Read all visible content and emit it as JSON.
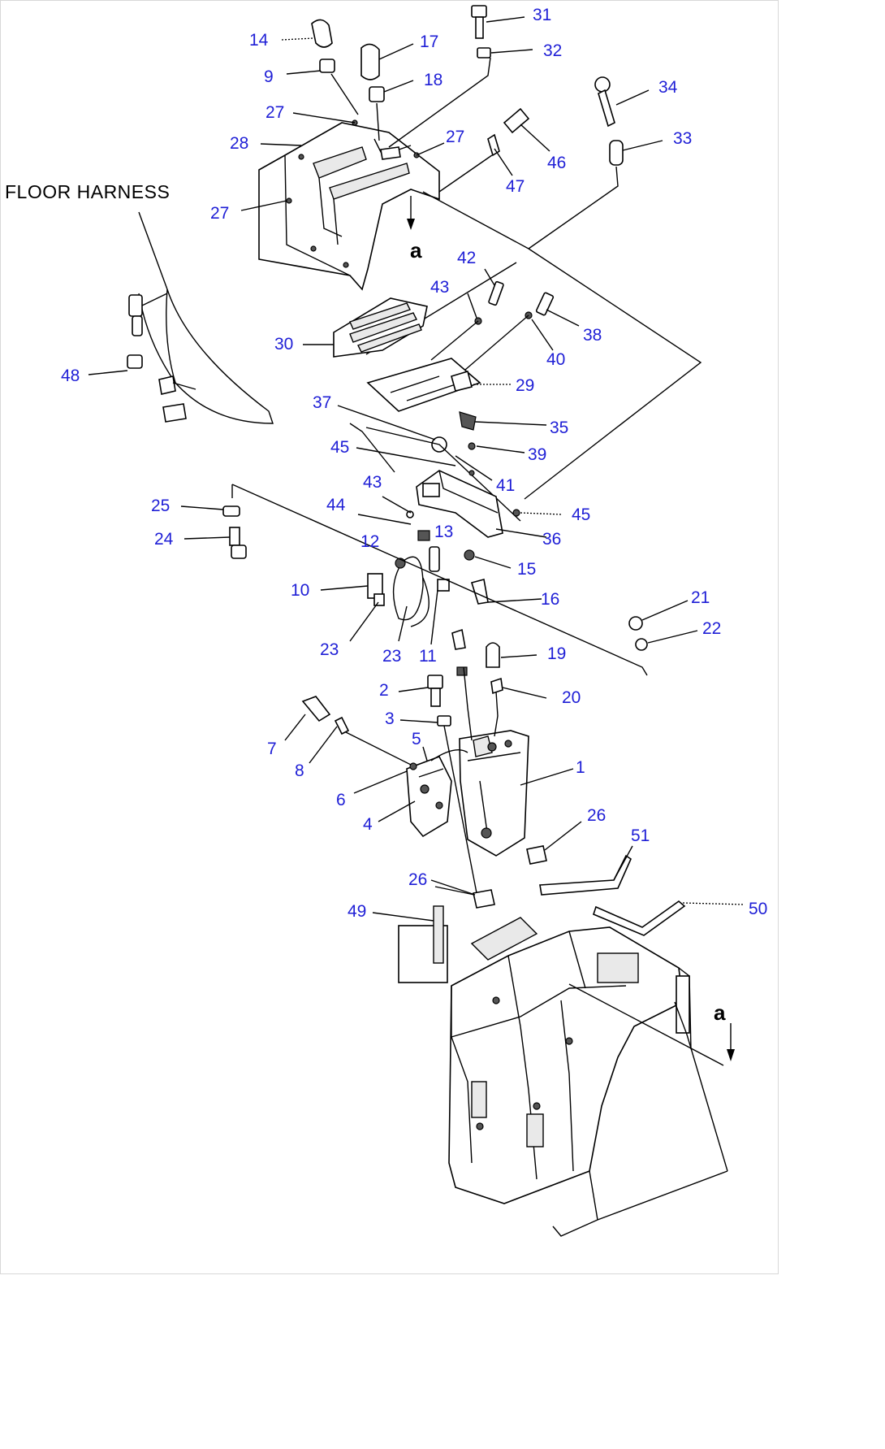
{
  "diagram": {
    "floor_harness_label": "FLOOR HARNESS",
    "ref_mark": "a",
    "callouts": {
      "c31": "31",
      "c14": "14",
      "c17": "17",
      "c32": "32",
      "c9": "9",
      "c18": "18",
      "c34": "34",
      "c27a": "27",
      "c28": "28",
      "c27b": "27",
      "c33": "33",
      "c46": "46",
      "c47": "47",
      "c27c": "27",
      "c42": "42",
      "c43a": "43",
      "c38": "38",
      "c30": "30",
      "c40": "40",
      "c48": "48",
      "c29": "29",
      "c37": "37",
      "c35": "35",
      "c45a": "45",
      "c39": "39",
      "c41": "41",
      "c25": "25",
      "c43b": "43",
      "c44": "44",
      "c45b": "45",
      "c13": "13",
      "c12": "12",
      "c36": "36",
      "c24": "24",
      "c15": "15",
      "c10": "10",
      "c16": "16",
      "c21": "21",
      "c22": "22",
      "c23a": "23",
      "c23b": "23",
      "c11": "11",
      "c19": "19",
      "c2": "2",
      "c20": "20",
      "c3": "3",
      "c5": "5",
      "c7": "7",
      "c1": "1",
      "c8": "8",
      "c6": "6",
      "c26a": "26",
      "c4": "4",
      "c51": "51",
      "c26b": "26",
      "c50": "50",
      "c49": "49"
    }
  }
}
